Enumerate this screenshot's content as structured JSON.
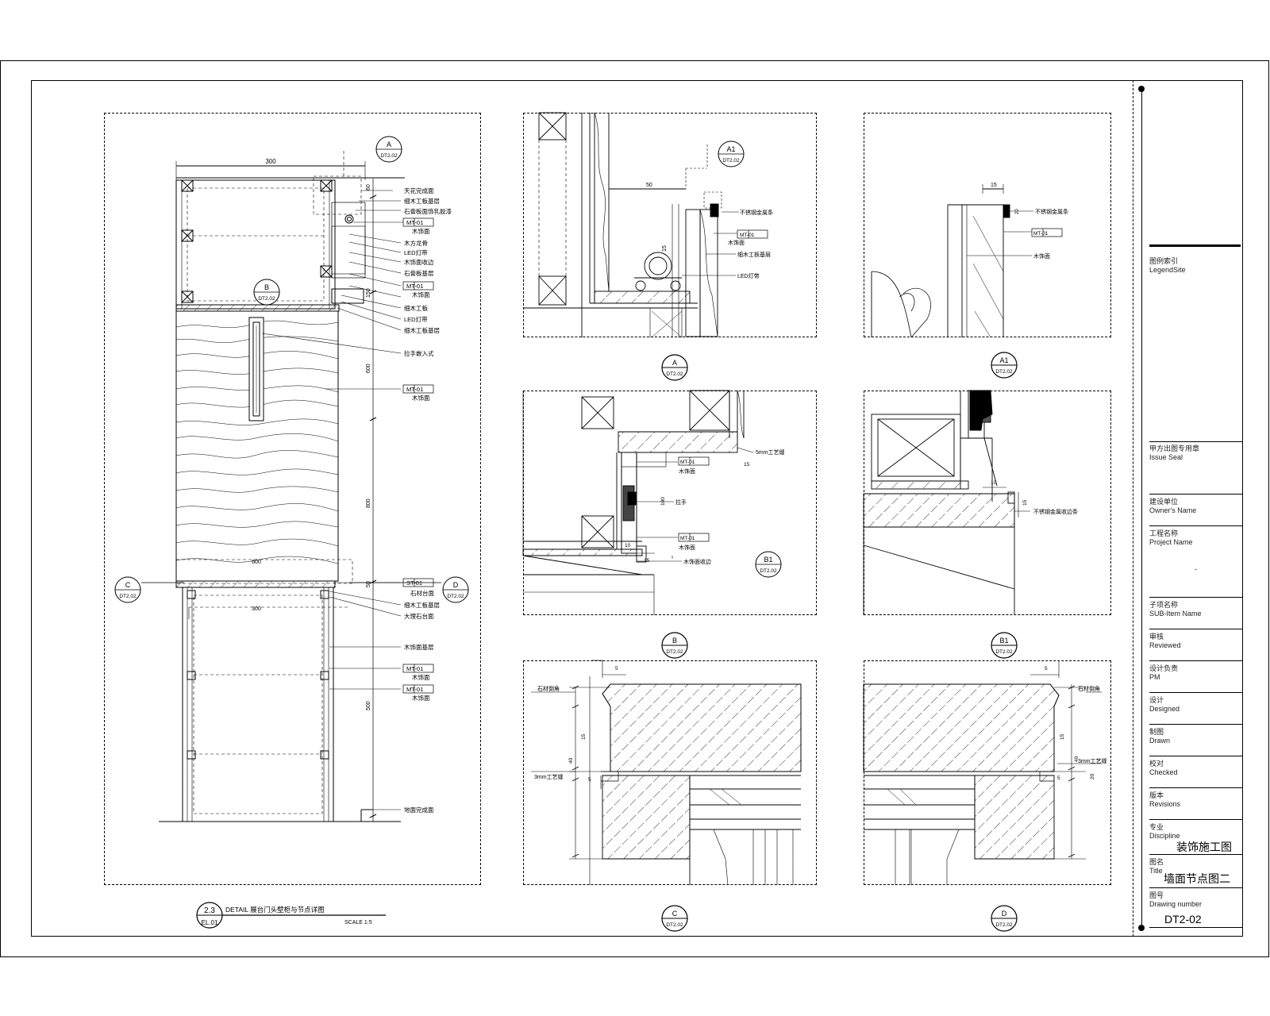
{
  "main_detail": {
    "top_callout": {
      "letter": "A",
      "ref": "DT2.02"
    },
    "mid_callout": {
      "letter": "B",
      "ref": "DT2.02"
    },
    "left_callout": {
      "letter": "C",
      "ref": "DT2.02"
    },
    "right_callout": {
      "letter": "D",
      "ref": "DT2.02"
    },
    "caption": {
      "number": "2.3",
      "ref": "EL.01",
      "title": "DETAIL 展台门头壁柜与节点详图",
      "scale": "SCALE 1:5"
    },
    "dim_top": "300",
    "dim_mid": "600",
    "dim_lower": "300",
    "dims_right": [
      "60",
      "150",
      "600",
      "800",
      "50",
      "500"
    ],
    "notes": [
      "天花完成面",
      "细木工板基层",
      "石膏板面饰乳胶漆",
      "MT-01",
      "木饰面",
      "木方龙骨",
      "LED灯带",
      "木饰面收边",
      "石膏板基层",
      "MT-01",
      "木饰面",
      "细木工板",
      "LED灯带",
      "细木工板基层",
      "拉手嵌入式",
      "MT-01",
      "木饰面",
      "ST-01",
      "石材台面",
      "细木工板基层",
      "大理石台面",
      "木饰面基层",
      "MT-01",
      "木饰面",
      "MT-01",
      "木饰面",
      "地面完成面"
    ]
  },
  "details": [
    {
      "letter": "A",
      "ref": "DT2.02"
    },
    {
      "letter": "A1",
      "ref": "DT2.02"
    },
    {
      "letter": "B",
      "ref": "DT2.02"
    },
    {
      "letter": "B1",
      "ref": "DT2.02"
    },
    {
      "letter": "C",
      "ref": "DT2.02"
    },
    {
      "letter": "D",
      "ref": "DT2.02"
    }
  ],
  "detail_a": {
    "callout": {
      "letter": "A1",
      "ref": "DT2.02"
    },
    "dims": [
      "50",
      "15"
    ],
    "notes": [
      "不锈钢金属条",
      "MT-01",
      "木饰面",
      "细木工板基层",
      "LED灯带"
    ]
  },
  "detail_a1": {
    "dims": [
      "15",
      "20"
    ],
    "notes": [
      "不锈钢金属条",
      "MT-01",
      "木饰面"
    ]
  },
  "detail_b": {
    "callout": {
      "letter": "B1",
      "ref": "DT2.02"
    },
    "dims": [
      "15",
      "10",
      "100",
      "15"
    ],
    "notes": [
      "5mm工艺缝",
      "MT-01",
      "木饰面",
      "拉手",
      "MT-01",
      "木饰面",
      "木饰面收边"
    ]
  },
  "detail_b1": {
    "dims": [
      "10",
      "15"
    ],
    "notes": [
      "不锈钢金属收边条"
    ]
  },
  "detail_c": {
    "dims": [
      "5",
      "15",
      "40",
      "5"
    ],
    "notes": [
      "石材倒角",
      "3mm工艺缝"
    ]
  },
  "detail_d": {
    "dims": [
      "5",
      "15",
      "40",
      "5",
      "20"
    ],
    "notes": [
      "石材倒角",
      "3mm工艺缝"
    ]
  },
  "title_block": {
    "legend": {
      "cn": "图例索引",
      "en": "LegendSite"
    },
    "issue": {
      "cn": "甲方出图专用章",
      "en": "Issue Seal"
    },
    "owner": {
      "cn": "建设单位",
      "en": "Owner's Name"
    },
    "project": {
      "cn": "工程名称",
      "en": "Project Name",
      "value": "-"
    },
    "sub": {
      "cn": "子项名称",
      "en": "SUB-Item Name"
    },
    "reviewed": {
      "cn": "审核",
      "en": "Reviewed"
    },
    "pm": {
      "cn": "设计负责",
      "en": "PM"
    },
    "designed": {
      "cn": "设计",
      "en": "Designed"
    },
    "drawn": {
      "cn": "制图",
      "en": "Drawn"
    },
    "checked": {
      "cn": "校对",
      "en": "Checked"
    },
    "revisions": {
      "cn": "版本",
      "en": "Revisions"
    },
    "discipline": {
      "cn": "专业",
      "en": "Discipline",
      "value": "装饰施工图"
    },
    "title": {
      "cn": "图名",
      "en": "Title",
      "value": "墙面节点图二"
    },
    "number": {
      "cn": "图号",
      "en": "Drawing number",
      "value": "DT2-02"
    }
  }
}
